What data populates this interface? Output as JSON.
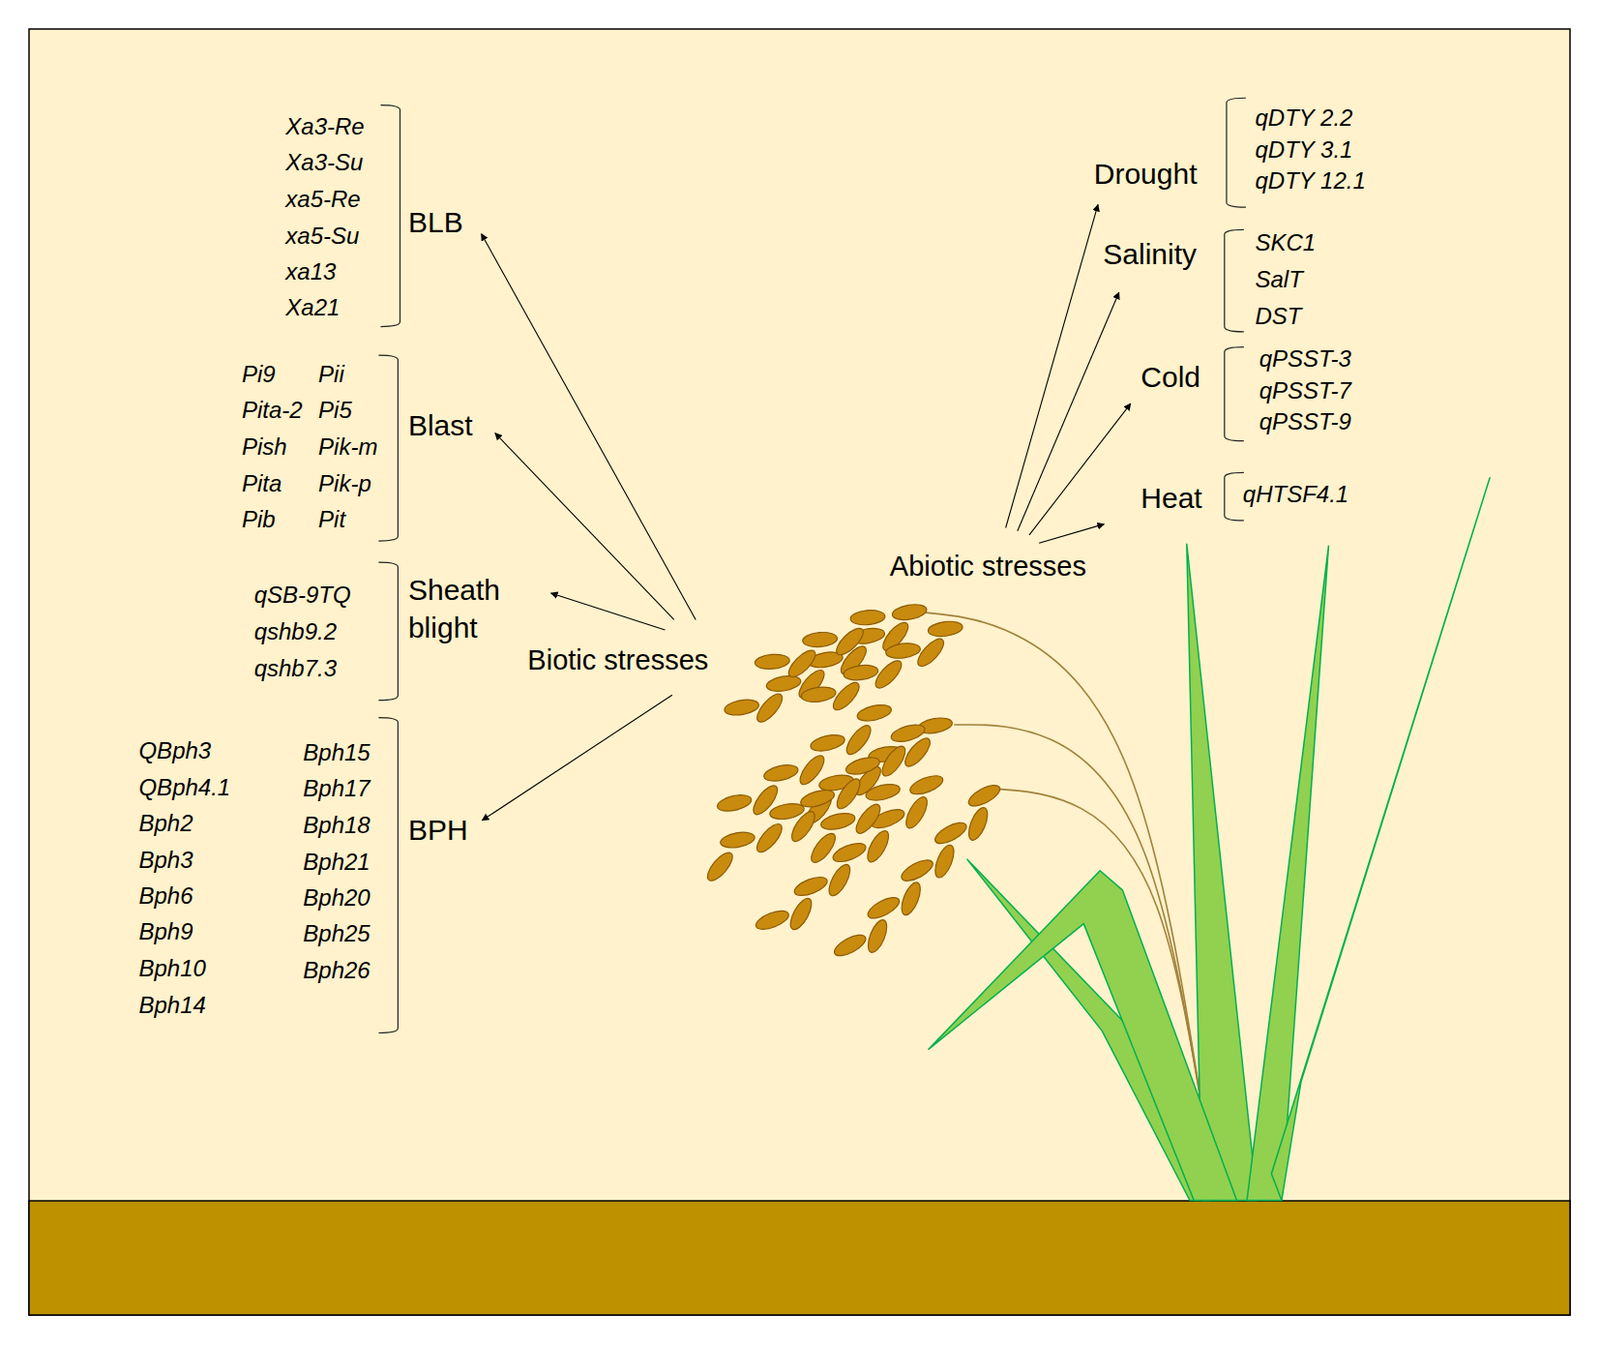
{
  "diagram": {
    "nodes": [
      {
        "text": [
          "BLB"
        ]
      },
      {
        "text": [
          "Blast"
        ]
      },
      {
        "text": [
          "Sheath blight"
        ]
      },
      {
        "text": [
          "Biotic stresses"
        ]
      },
      {
        "text": [
          "BPH"
        ]
      },
      {
        "text": [
          "Drought"
        ]
      },
      {
        "text": [
          "Salinity"
        ]
      },
      {
        "text": [
          "Cold"
        ]
      },
      {
        "text": [
          "Heat"
        ]
      },
      {
        "text": [
          "Abiotic stresses"
        ]
      }
    ],
    "edges": [
      {
        "from": 3,
        "to": 0,
        "arrow": "to"
      },
      {
        "from": 3,
        "to": 1,
        "arrow": "to"
      },
      {
        "from": 3,
        "to": 2,
        "arrow": "to"
      },
      {
        "from": 3,
        "to": 4,
        "arrow": "to"
      },
      {
        "from": 9,
        "to": 5,
        "arrow": "to"
      },
      {
        "from": 9,
        "to": 6,
        "arrow": "to"
      },
      {
        "from": 9,
        "to": 7,
        "arrow": "to"
      },
      {
        "from": 9,
        "to": 8,
        "arrow": "to"
      }
    ],
    "labels": [
      "Xa3-Re",
      "Xa3-Su",
      "xa5-Re",
      "xa5-Su",
      "xa13",
      "Xa21",
      "Pi9",
      "Pii",
      "Pita-2",
      "Pi5",
      "Pish",
      "Pik-m",
      "Pita",
      "Pik-p",
      "Pib",
      "Pit",
      "qSB-9TQ",
      "qshb9.2",
      "qshb7.3",
      "QBph3",
      "Bph15",
      "QBph4.1",
      "Bph17",
      "Bph2",
      "Bph18",
      "Bph3",
      "Bph21",
      "Bph6",
      "Bph20",
      "Bph9",
      "Bph25",
      "Bph10",
      "Bph26",
      "Bph14",
      "qDTY 2.2",
      "qDTY 3.1",
      "qDTY 12.1",
      "SKC1",
      "SalT",
      "DST",
      "qPSST-3",
      "qPSST-7",
      "qPSST-9",
      "qHTSF4.1"
    ]
  }
}
